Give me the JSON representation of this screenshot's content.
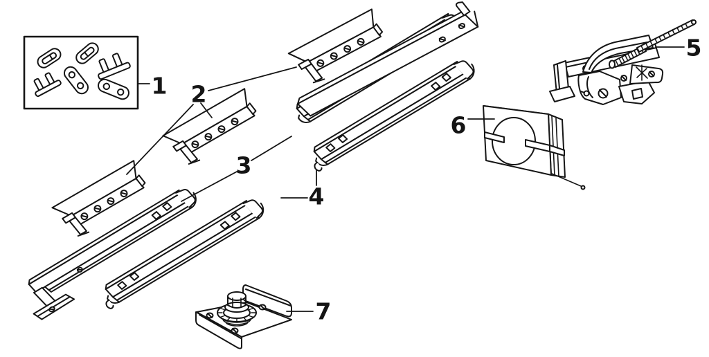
{
  "figure": {
    "type": "exploded-parts-diagram",
    "background": "#ffffff",
    "line_color": "#151515"
  },
  "callouts": [
    {
      "number": "1",
      "part": "hardware-fastener-kit"
    },
    {
      "number": "2",
      "part": "mounting-bracket"
    },
    {
      "number": "3",
      "part": "seat-track-rail-outer"
    },
    {
      "number": "4",
      "part": "seat-track-rail-inner"
    },
    {
      "number": "5",
      "part": "adjuster-latch-assembly"
    },
    {
      "number": "6",
      "part": "spacer-plate"
    },
    {
      "number": "7",
      "part": "swivel-roller-bracket"
    }
  ]
}
